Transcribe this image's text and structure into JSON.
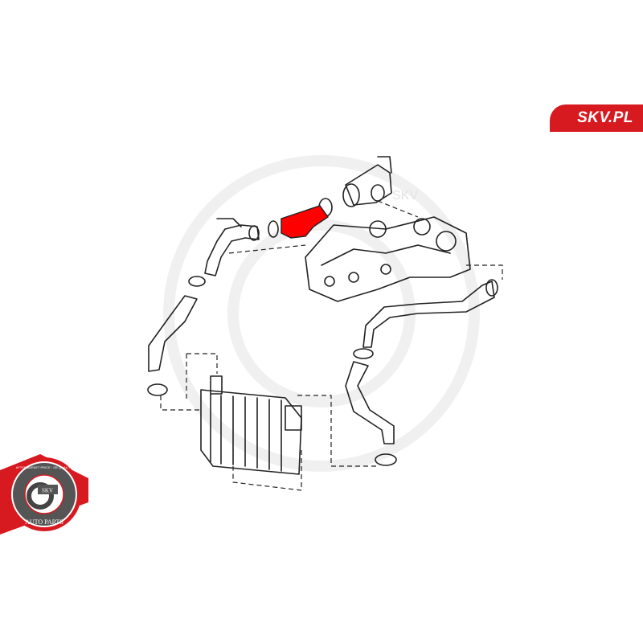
{
  "brand": {
    "site_label": "SKV.PL",
    "accent": "#d71920"
  },
  "badge": {
    "top_text": "AFTERMARKET PRICE · OE QUALITY",
    "center_text": "SKV",
    "bottom_text": "AUTO PARTS"
  },
  "watermark": {
    "text": "SKV"
  },
  "diagram": {
    "highlight_color": "#ff0000",
    "line_color": "#222222"
  }
}
